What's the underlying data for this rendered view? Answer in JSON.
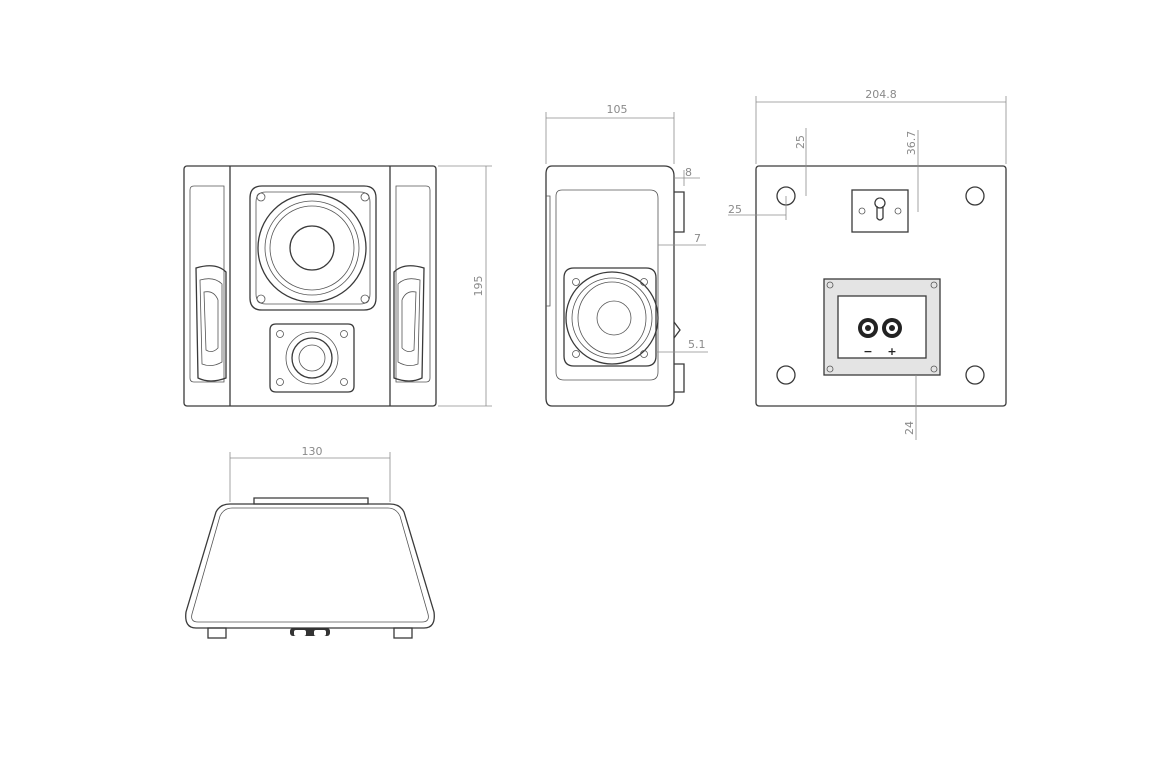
{
  "dimensions": {
    "front_height": "195",
    "side_depth": "105",
    "side_offset_top": "8",
    "side_offset_mid": "7",
    "side_offset_low": "5.1",
    "back_width": "204.8",
    "back_hole_x": "25",
    "back_hole_y": "25",
    "back_bracket_y": "36.7",
    "back_terminal_bottom": "24",
    "top_width": "130"
  },
  "terminals": {
    "minus": "−",
    "plus": "+"
  },
  "colors": {
    "line": "#3a3a3a",
    "dimension": "#8c8c8c"
  }
}
